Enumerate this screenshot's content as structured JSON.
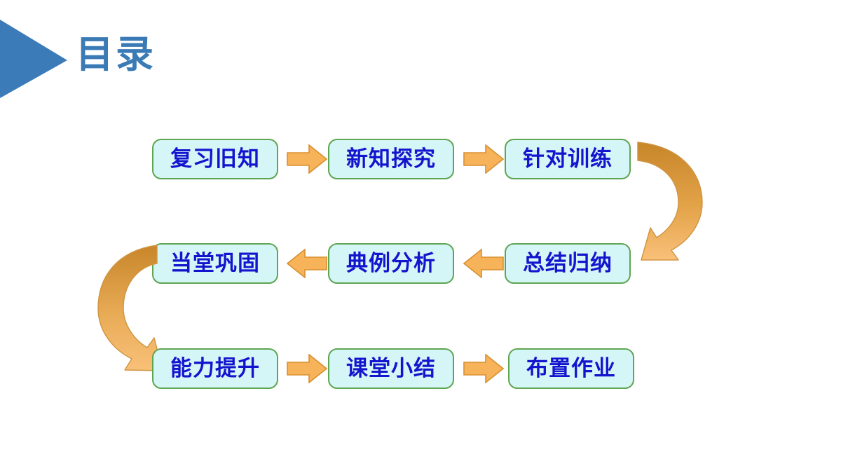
{
  "slide": {
    "title": "目录",
    "title_color": "#3b7bb5",
    "background_color": "#ffffff"
  },
  "header": {
    "triangle_icon_name": "play-triangle-icon",
    "triangle_color": "#3b7cb8"
  },
  "theme": {
    "box_fill": "#d5f6f6",
    "box_border": "#5fa552",
    "box_text": "#1414cf",
    "arrow_fill": "#f7b35a",
    "arrow_stroke": "#d98f2f",
    "curve_dark": "#c8862a",
    "curve_light": "#f8bd72"
  },
  "flow": {
    "rows": [
      {
        "direction": "right",
        "boxes": [
          {
            "label": "复习旧知"
          },
          {
            "label": "新知探究"
          },
          {
            "label": "针对训练"
          }
        ]
      },
      {
        "direction": "left",
        "boxes": [
          {
            "label": "当堂巩固"
          },
          {
            "label": "典例分析"
          },
          {
            "label": "总结归纳"
          }
        ]
      },
      {
        "direction": "right",
        "boxes": [
          {
            "label": "能力提升"
          },
          {
            "label": "课堂小结"
          },
          {
            "label": "布置作业"
          }
        ]
      }
    ],
    "connectors": [
      {
        "name": "arrow-row1-1to2",
        "type": "straight-right"
      },
      {
        "name": "arrow-row1-2to3",
        "type": "straight-right"
      },
      {
        "name": "arrow-row1-to-row2",
        "type": "curved-right-wrap"
      },
      {
        "name": "arrow-row2-3to2",
        "type": "straight-left"
      },
      {
        "name": "arrow-row2-2to1",
        "type": "straight-left"
      },
      {
        "name": "arrow-row2-to-row3",
        "type": "curved-left-wrap"
      },
      {
        "name": "arrow-row3-1to2",
        "type": "straight-right"
      },
      {
        "name": "arrow-row3-2to3",
        "type": "straight-right"
      }
    ]
  }
}
